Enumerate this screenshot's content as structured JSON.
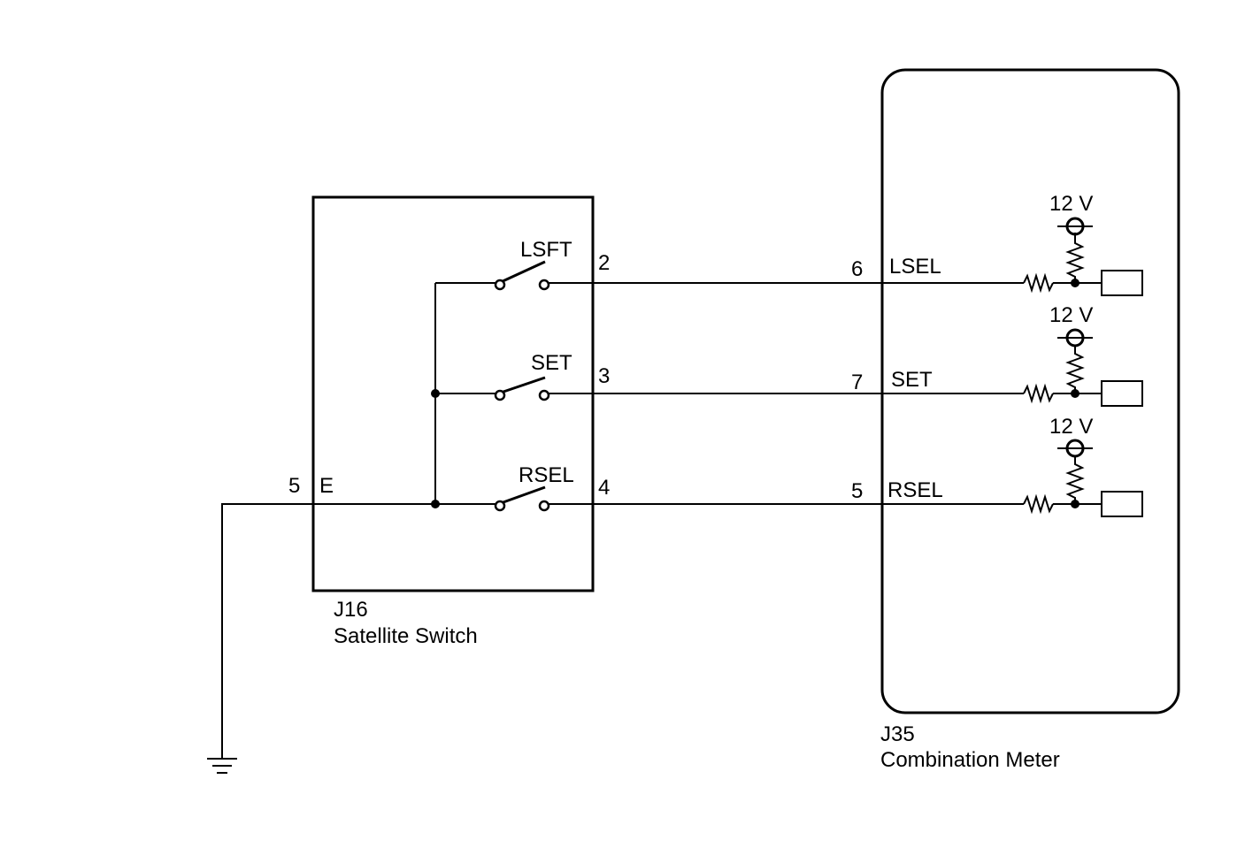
{
  "colors": {
    "line": "#000000",
    "background": "#ffffff"
  },
  "j16": {
    "connector_id": "J16",
    "name": "Satellite Switch",
    "ground_pin": "5",
    "ground_label": "E",
    "switches": [
      {
        "label": "LSFT",
        "pin": "2"
      },
      {
        "label": "SET",
        "pin": "3"
      },
      {
        "label": "RSEL",
        "pin": "4"
      }
    ]
  },
  "j35": {
    "connector_id": "J35",
    "name": "Combination Meter",
    "inputs": [
      {
        "pin": "6",
        "label": "LSEL",
        "supply": "12 V"
      },
      {
        "pin": "7",
        "label": "SET",
        "supply": "12 V"
      },
      {
        "pin": "5",
        "label": "RSEL",
        "supply": "12 V"
      }
    ]
  },
  "icons": {
    "ground": "ground-symbol-icon",
    "resistor": "resistor-icon",
    "switch": "switch-icon"
  }
}
